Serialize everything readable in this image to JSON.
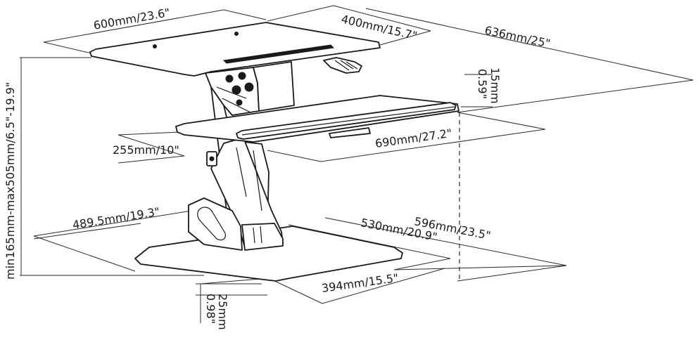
{
  "diagram": {
    "labels": {
      "top_width": "600mm/23.6\"",
      "top_depth": "400mm/15.7\"",
      "top_diagonal": "636mm/25\"",
      "keyboard_thickness_mm": "15mm",
      "keyboard_thickness_in": "0.59\"",
      "keyboard_depth": "255mm/10\"",
      "keyboard_width": "690mm/27.2\"",
      "height_range": "min165mm-max505mm/6.5\"-19.9\"",
      "base_width": "489.5mm/19.3\"",
      "base_depth": "530mm/20.9\"",
      "base_diagonal": "596mm/23.5\"",
      "base_front": "394mm/15.5\"",
      "base_thickness_mm": "25mm",
      "base_thickness_in": "0.98\""
    }
  }
}
